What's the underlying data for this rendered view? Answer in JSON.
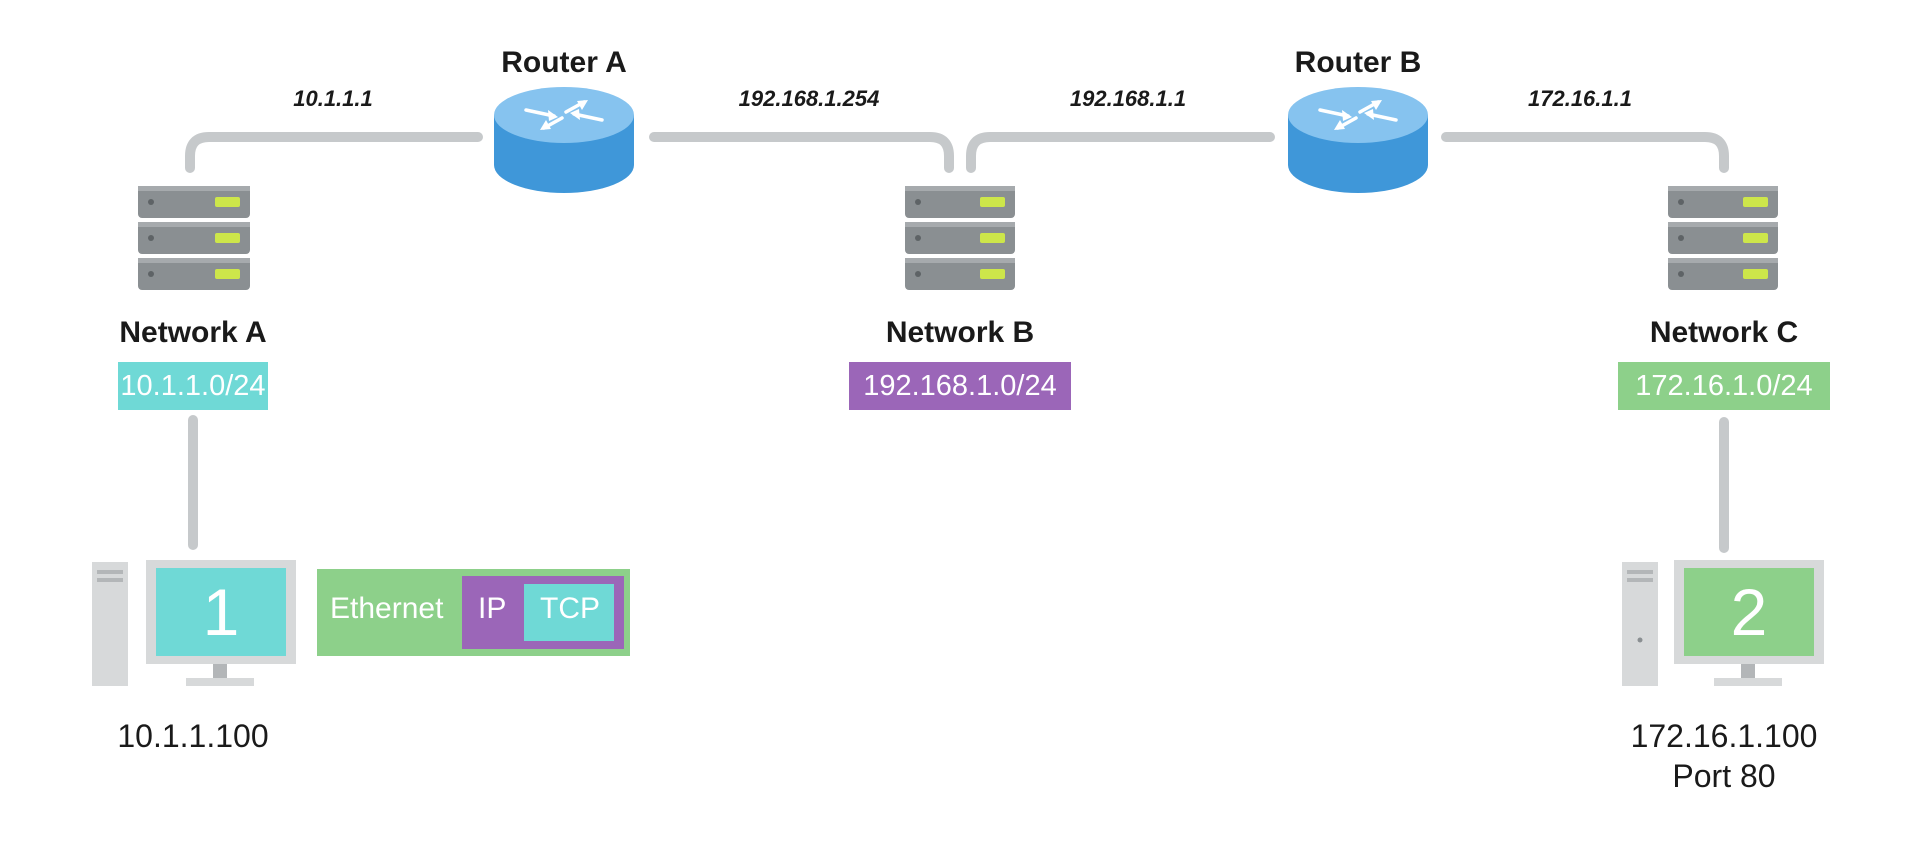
{
  "colors": {
    "line": "#c6c9cb",
    "router_top": "#86c3ef",
    "router_side": "#3f97d9",
    "server_body": "#8a8f92",
    "server_light": "#cde64a",
    "net_a": "#6fd9d6",
    "net_b": "#9b66b8",
    "net_c": "#8dd08a",
    "tower": "#d7d9da"
  },
  "routers": [
    {
      "label": "Router A",
      "icon": "router-icon"
    },
    {
      "label": "Router B",
      "icon": "router-icon"
    }
  ],
  "interfaces": [
    "10.1.1.1",
    "192.168.1.254",
    "192.168.1.1",
    "172.16.1.1"
  ],
  "networks": [
    {
      "label": "Network A",
      "subnet": "10.1.1.0/24",
      "icon": "server-stack-icon"
    },
    {
      "label": "Network B",
      "subnet": "192.168.1.0/24",
      "icon": "server-stack-icon"
    },
    {
      "label": "Network C",
      "subnet": "172.16.1.0/24",
      "icon": "server-stack-icon"
    }
  ],
  "hosts": [
    {
      "number": "1",
      "ip": "10.1.1.100",
      "port": "",
      "icon": "computer-icon"
    },
    {
      "number": "2",
      "ip": "172.16.1.100",
      "port": "Port 80",
      "icon": "computer-icon"
    }
  ],
  "packet": {
    "ethernet": "Ethernet",
    "ip": "IP",
    "tcp": "TCP"
  }
}
